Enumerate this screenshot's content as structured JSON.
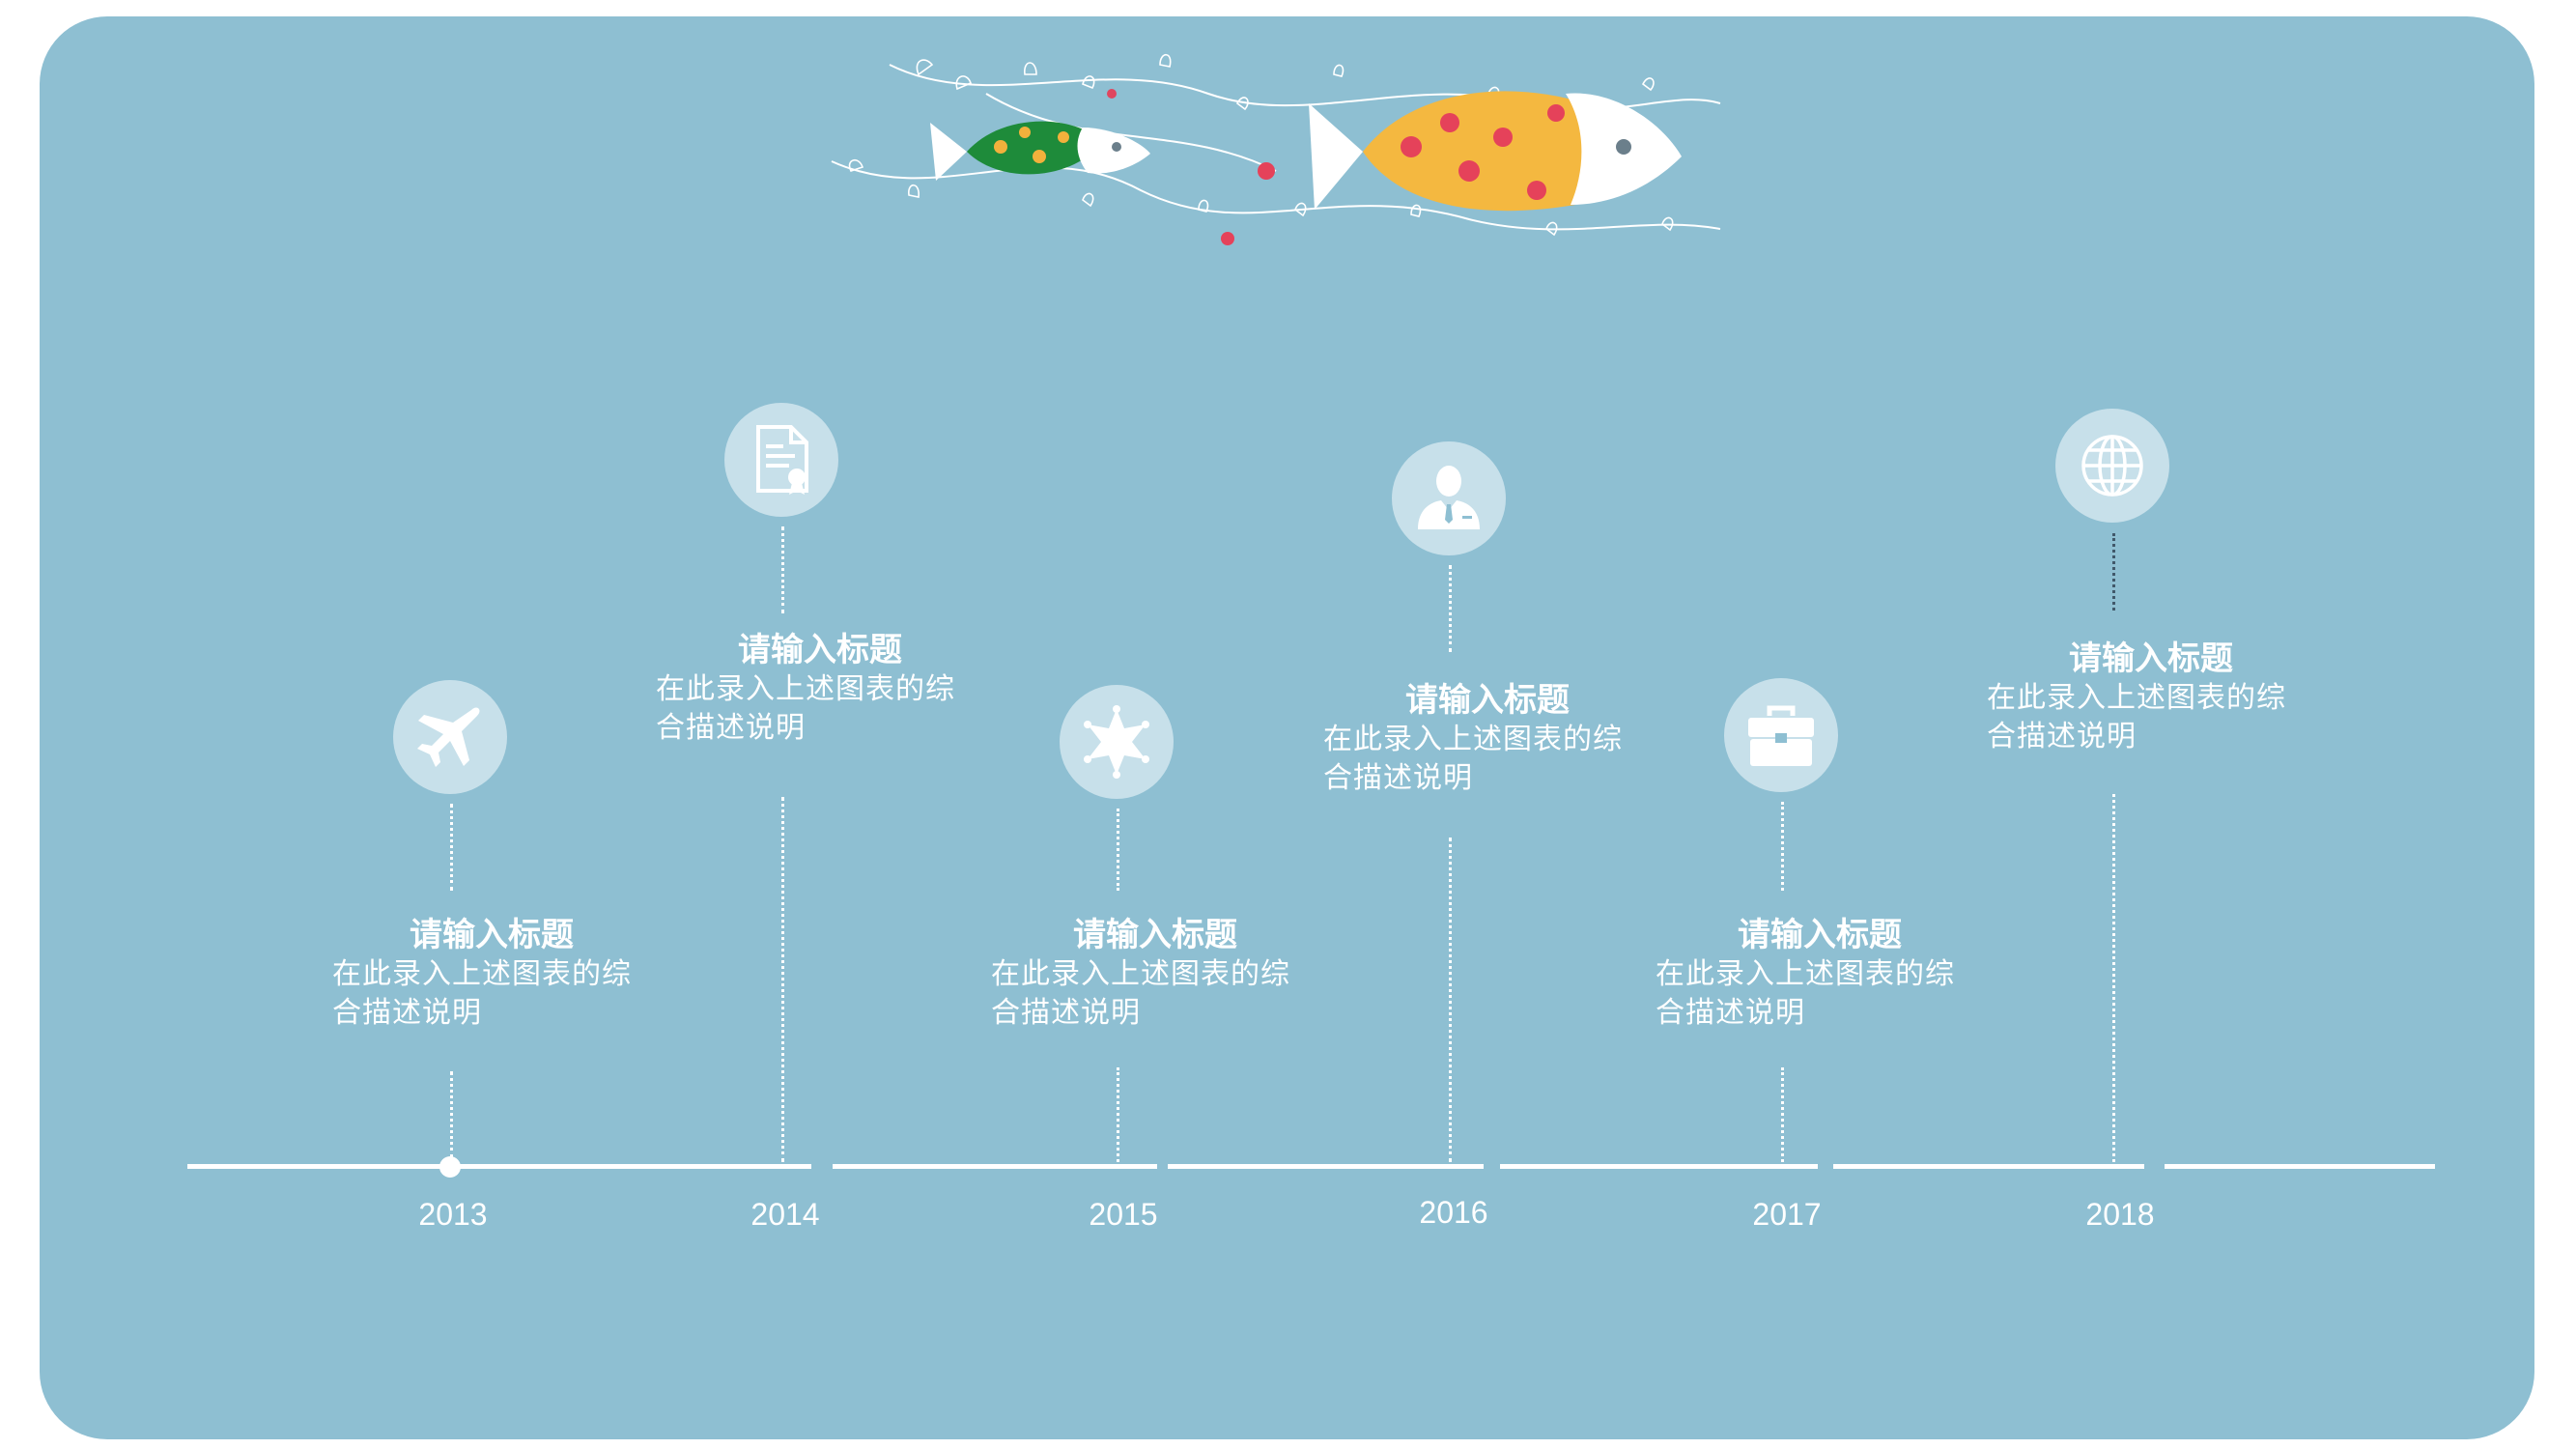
{
  "colors": {
    "card": "#8ebfd2",
    "icon_circle": "#c7e0ea",
    "text": "#ffffff"
  },
  "timeline": {
    "items": [
      {
        "year": "2013",
        "title": "请输入标题",
        "desc_line1": "在此录入上述图表的综",
        "desc_line2": "合描述说明",
        "icon": "airplane-icon"
      },
      {
        "year": "2014",
        "title": "请输入标题",
        "desc_line1": "在此录入上述图表的综",
        "desc_line2": "合描述说明",
        "icon": "certificate-document-icon"
      },
      {
        "year": "2015",
        "title": "请输入标题",
        "desc_line1": "在此录入上述图表的综",
        "desc_line2": "合描述说明",
        "icon": "sheriff-star-icon"
      },
      {
        "year": "2016",
        "title": "请输入标题",
        "desc_line1": "在此录入上述图表的综",
        "desc_line2": "合描述说明",
        "icon": "businessman-icon"
      },
      {
        "year": "2017",
        "title": "请输入标题",
        "desc_line1": "在此录入上述图表的综",
        "desc_line2": "合描述说明",
        "icon": "briefcase-icon"
      },
      {
        "year": "2018",
        "title": "请输入标题",
        "desc_line1": "在此录入上述图表的综",
        "desc_line2": "合描述说明",
        "icon": "globe-icon"
      }
    ]
  }
}
